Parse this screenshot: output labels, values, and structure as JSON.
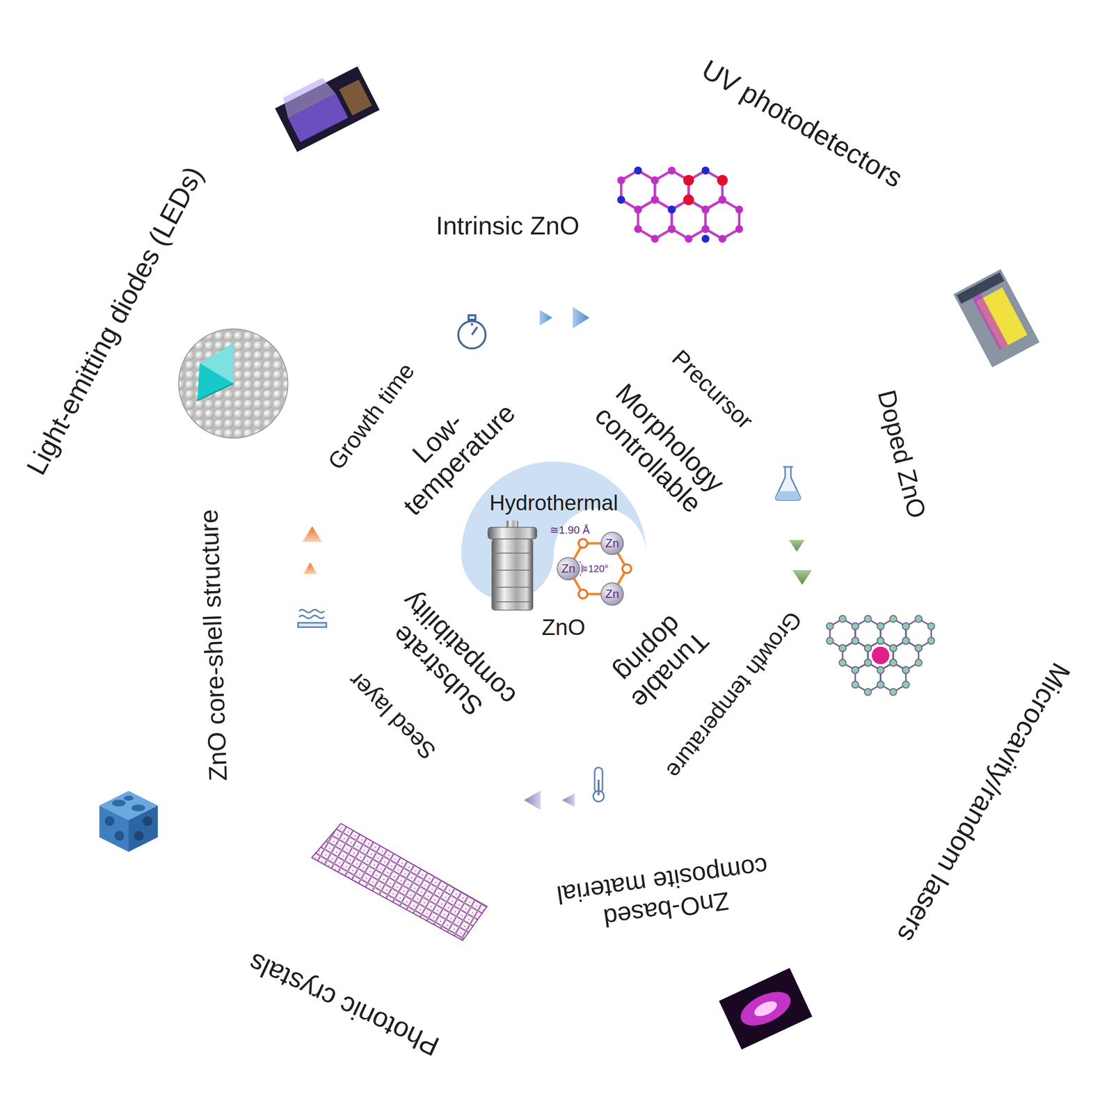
{
  "diagram": {
    "nodes": [
      {
        "text": [
          "Hydrothermal",
          "ZnO"
        ]
      },
      {
        "text": [
          "Low-temperature"
        ]
      },
      {
        "text": [
          "Morphology controllable"
        ]
      },
      {
        "text": [
          "Substrate compatibility"
        ]
      },
      {
        "text": [
          "Tunable doping"
        ]
      },
      {
        "text": [
          "Growth time",
          "Precursor",
          "Growth temperature",
          "Seed layer"
        ]
      },
      {
        "text": [
          "Intrinsic ZnO"
        ]
      },
      {
        "text": [
          "Doped ZnO"
        ]
      },
      {
        "text": [
          "ZnO-based composite material"
        ]
      },
      {
        "text": [
          "ZnO core-shell structure"
        ]
      },
      {
        "text": [
          "Light-emitting diodes (LEDs)"
        ]
      },
      {
        "text": [
          "UV photodetectors"
        ]
      },
      {
        "text": [
          "Microcavity/random lasers"
        ]
      },
      {
        "text": [
          "Photonic crystals"
        ]
      }
    ],
    "labels": [
      "≅1.90 Å",
      "Zn",
      "Zn",
      "≅120°",
      "Zn"
    ]
  }
}
